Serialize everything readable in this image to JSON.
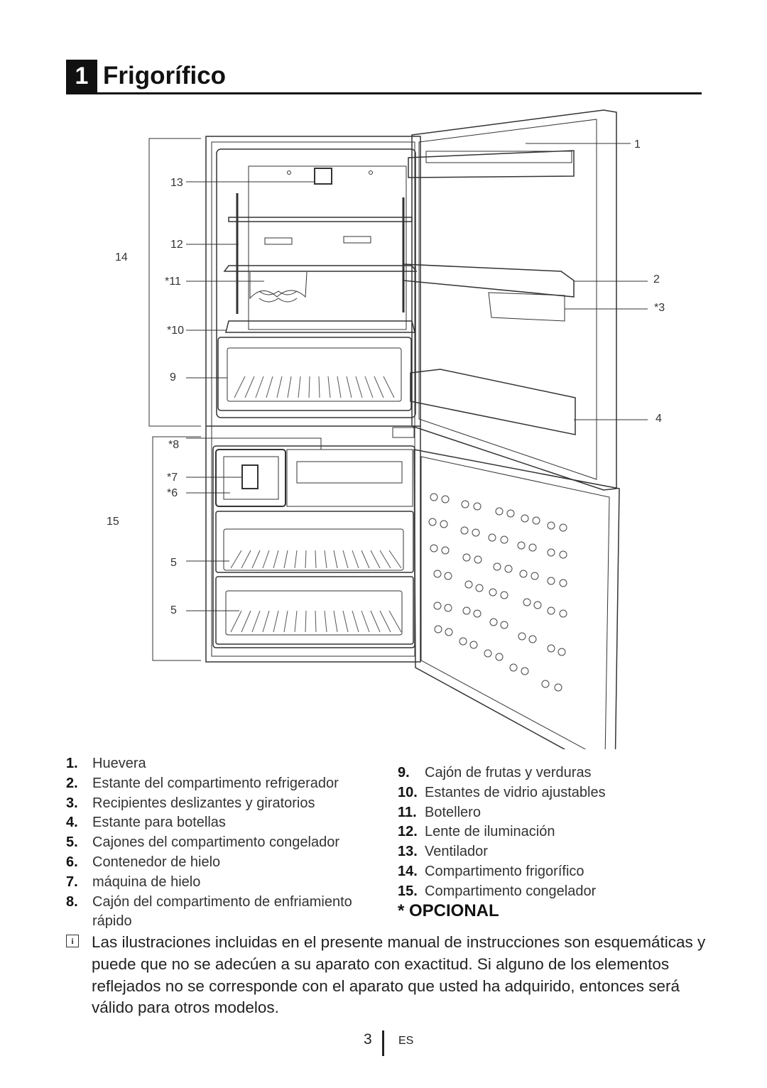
{
  "section": {
    "number": "1",
    "title": "Frigorífico"
  },
  "diagram": {
    "callouts": [
      "1",
      "2",
      "*3",
      "4",
      "5",
      "5",
      "*6",
      "*7",
      "*8",
      "9",
      "*10",
      "*11",
      "12",
      "13",
      "14",
      "15"
    ]
  },
  "legend_left": [
    {
      "num": "1.",
      "text": "Huevera"
    },
    {
      "num": "2.",
      "text": "Estante del compartimento refrigerador"
    },
    {
      "num": "3.",
      "text": "Recipientes deslizantes y giratorios"
    },
    {
      "num": "4.",
      "text": "Estante para botellas"
    },
    {
      "num": "5.",
      "text": "Cajones del compartimento congelador"
    },
    {
      "num": "6.",
      "text": "Contenedor de hielo"
    },
    {
      "num": "7.",
      "text": "máquina de hielo"
    },
    {
      "num": "8.",
      "text": "Cajón del compartimento de enfriamiento rápido"
    }
  ],
  "legend_right": [
    {
      "num": "9.",
      "text": "Cajón de frutas y verduras"
    },
    {
      "num": "10.",
      "text": "Estantes de vidrio ajustables"
    },
    {
      "num": "11.",
      "text": "Botellero"
    },
    {
      "num": "12.",
      "text": "Lente de iluminación"
    },
    {
      "num": "13.",
      "text": "Ventilador"
    },
    {
      "num": "14.",
      "text": "Compartimento frigorífico"
    },
    {
      "num": "15.",
      "text": "Compartimento congelador"
    }
  ],
  "optional_label": "* OPCIONAL",
  "note": {
    "icon": "info-icon",
    "text": "Las ilustraciones incluidas en el presente manual de instrucciones son esquemáticas y puede que no se adecúen a su aparato con exactitud. Si alguno de los elementos reflejados no se corresponde con el aparato que usted ha adquirido, entonces será válido para otros modelos."
  },
  "footer": {
    "page": "3",
    "lang": "ES"
  }
}
